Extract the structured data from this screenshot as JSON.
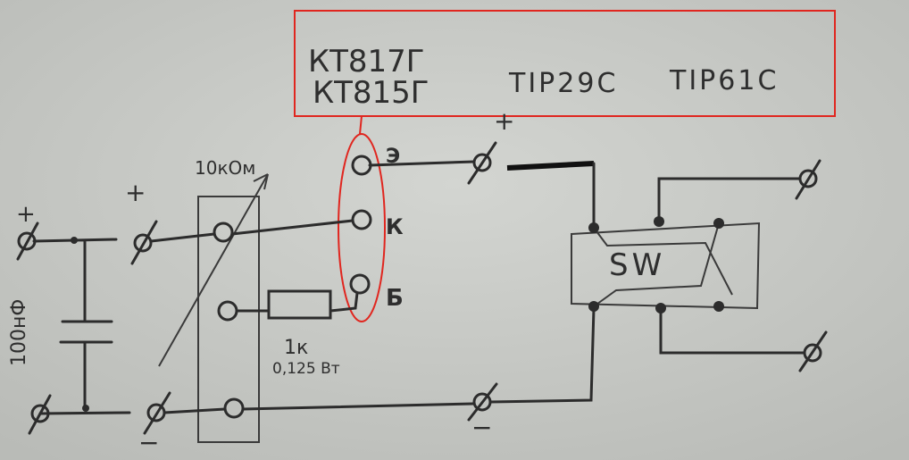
{
  "transistor_types": {
    "line1": "КТ817Г",
    "line2": "КТ815Г",
    "alt1": "TIP29C",
    "alt2": "TIP61C"
  },
  "pins": {
    "emitter": "Э",
    "collector": "К",
    "base": "Б"
  },
  "potentiometer": {
    "value": "10кОм"
  },
  "resistor": {
    "value": "1к",
    "power": "0,125 Вт"
  },
  "capacitor": {
    "value": "100нФ"
  },
  "switch": {
    "label": "SW"
  },
  "polarity": {
    "plus": "+",
    "minus": "−"
  },
  "colors": {
    "paper": "#c9cbc7",
    "ink": "#2c2c2c",
    "highlight": "#e0261f"
  }
}
